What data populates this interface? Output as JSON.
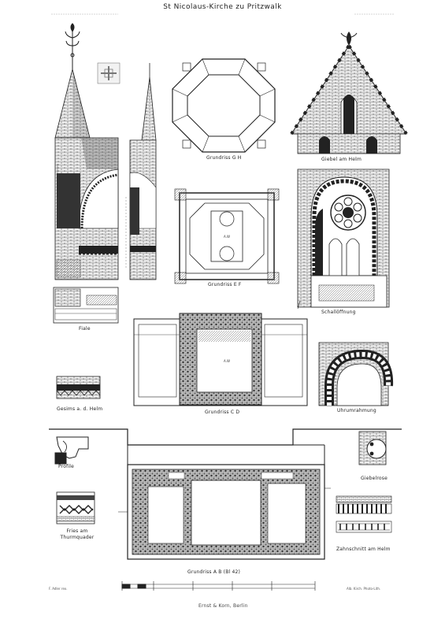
{
  "title": "St Nicolaus-Kirche zu Pritzwalk",
  "labels": {
    "grundriss_gh": "Grundriss G H",
    "giebel": "Giebel am Helm",
    "grundriss_ef": "Grundriss E F",
    "schalloffnung": "Schallöffnung",
    "fiale": "Fiale",
    "gesims": "Gesims a. d. Helm",
    "grundriss_cd": "Grundriss C D",
    "uhrumrahmung": "Uhrumrahmung",
    "profile": "Profile",
    "giebelrose": "Giebelrose",
    "fries": "Fries am Thurmquader",
    "zahnschnitt": "Zahnschnitt am Helm",
    "grundriss_ab": "Grundriss A B (Bl 42)",
    "left_footer": "F. Adler rex.",
    "right_footer": "Alb. Kirch. Photo-Lith.",
    "imprint": "Ernst & Korn, Berlin"
  },
  "icons": {
    "spire_finial": "fleur-de-lis-finial-icon",
    "rose_window": "rose-window-icon"
  }
}
